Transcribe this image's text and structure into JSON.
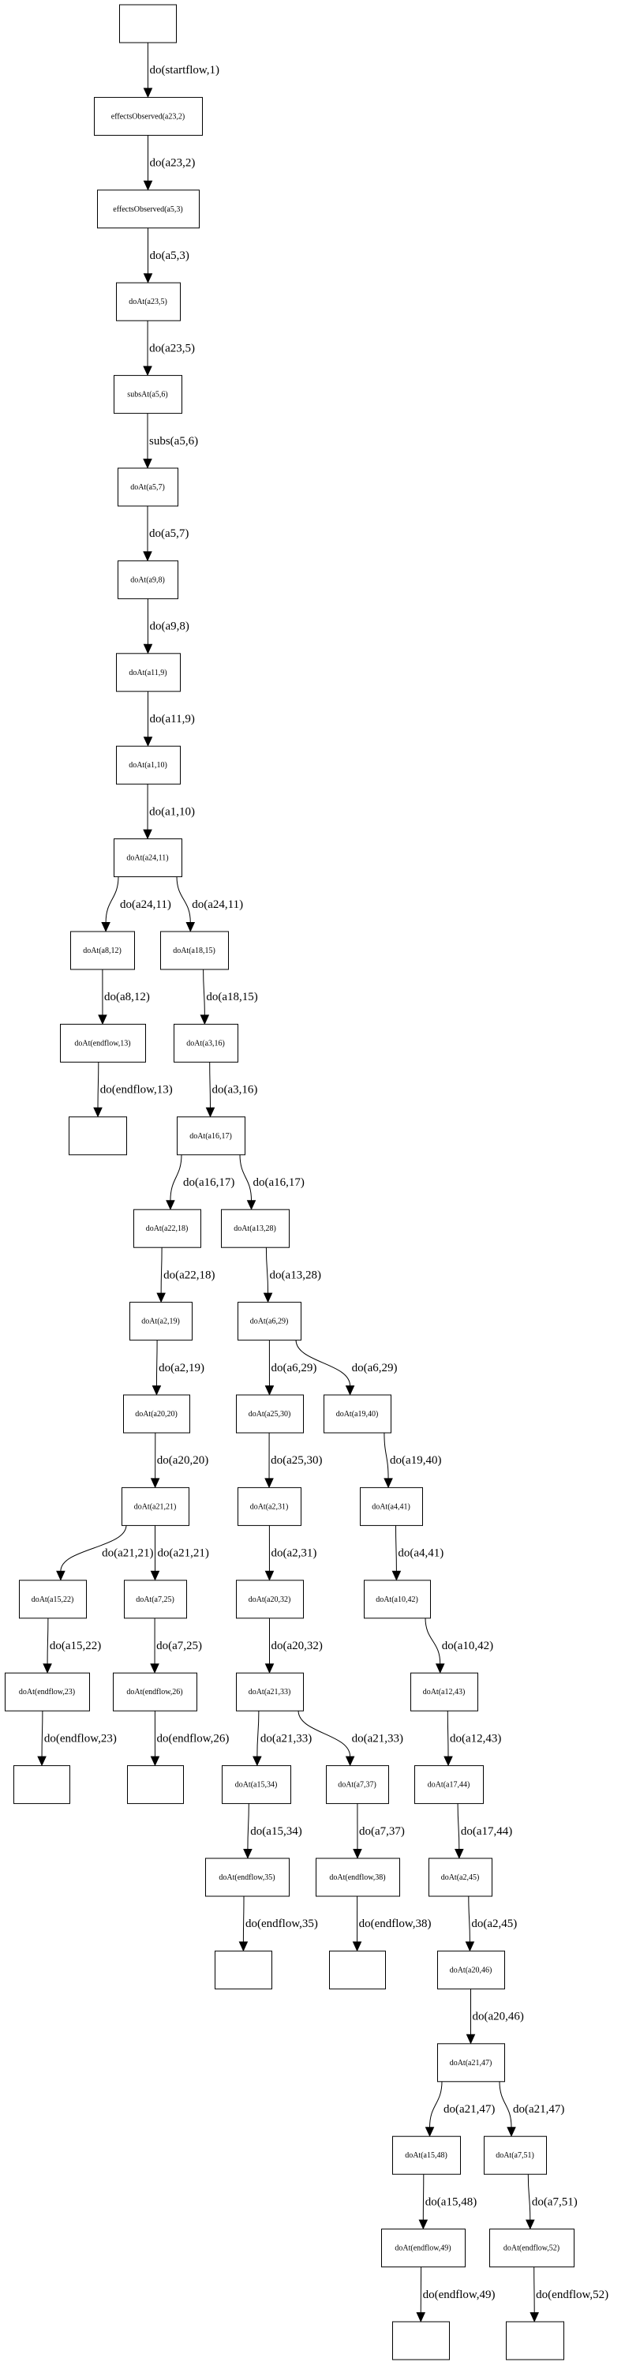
{
  "graph": {
    "nodes": [
      {
        "label": ""
      },
      {
        "label": "effectsObserved(a23,2)"
      },
      {
        "label": "effectsObserved(a5,3)"
      },
      {
        "label": "doAt(a23,5)"
      },
      {
        "label": "subsAt(a5,6)"
      },
      {
        "label": "doAt(a5,7)"
      },
      {
        "label": "doAt(a9,8)"
      },
      {
        "label": "doAt(a11,9)"
      },
      {
        "label": "doAt(a1,10)"
      },
      {
        "label": "doAt(a24,11)"
      },
      {
        "label": "doAt(a8,12)"
      },
      {
        "label": "doAt(a18,15)"
      },
      {
        "label": "doAt(endflow,13)"
      },
      {
        "label": "doAt(a3,16)"
      },
      {
        "label": ""
      },
      {
        "label": "doAt(a16,17)"
      },
      {
        "label": "doAt(a22,18)"
      },
      {
        "label": "doAt(a13,28)"
      },
      {
        "label": "doAt(a2,19)"
      },
      {
        "label": "doAt(a6,29)"
      },
      {
        "label": "doAt(a20,20)"
      },
      {
        "label": "doAt(a25,30)"
      },
      {
        "label": "doAt(a19,40)"
      },
      {
        "label": "doAt(a21,21)"
      },
      {
        "label": "doAt(a2,31)"
      },
      {
        "label": "doAt(a4,41)"
      },
      {
        "label": "doAt(a15,22)"
      },
      {
        "label": "doAt(a7,25)"
      },
      {
        "label": "doAt(a20,32)"
      },
      {
        "label": "doAt(a10,42)"
      },
      {
        "label": "doAt(endflow,23)"
      },
      {
        "label": "doAt(endflow,26)"
      },
      {
        "label": "doAt(a21,33)"
      },
      {
        "label": "doAt(a12,43)"
      },
      {
        "label": ""
      },
      {
        "label": ""
      },
      {
        "label": "doAt(a15,34)"
      },
      {
        "label": "doAt(a7,37)"
      },
      {
        "label": "doAt(a17,44)"
      },
      {
        "label": "doAt(endflow,35)"
      },
      {
        "label": "doAt(endflow,38)"
      },
      {
        "label": "doAt(a2,45)"
      },
      {
        "label": ""
      },
      {
        "label": ""
      },
      {
        "label": "doAt(a20,46)"
      },
      {
        "label": "doAt(a21,47)"
      },
      {
        "label": "doAt(a15,48)"
      },
      {
        "label": "doAt(a7,51)"
      },
      {
        "label": "doAt(endflow,49)"
      },
      {
        "label": "doAt(endflow,52)"
      },
      {
        "label": ""
      },
      {
        "label": ""
      }
    ],
    "edges": [
      {
        "from": 0,
        "to": 1,
        "label": "do(startflow,1)"
      },
      {
        "from": 1,
        "to": 2,
        "label": "do(a23,2)"
      },
      {
        "from": 2,
        "to": 3,
        "label": "do(a5,3)"
      },
      {
        "from": 3,
        "to": 4,
        "label": "do(a23,5)"
      },
      {
        "from": 4,
        "to": 5,
        "label": "subs(a5,6)"
      },
      {
        "from": 5,
        "to": 6,
        "label": "do(a5,7)"
      },
      {
        "from": 6,
        "to": 7,
        "label": "do(a9,8)"
      },
      {
        "from": 7,
        "to": 8,
        "label": "do(a11,9)"
      },
      {
        "from": 8,
        "to": 9,
        "label": "do(a1,10)"
      },
      {
        "from": 9,
        "to": 10,
        "label": "do(a24,11)"
      },
      {
        "from": 9,
        "to": 11,
        "label": "do(a24,11)"
      },
      {
        "from": 10,
        "to": 12,
        "label": "do(a8,12)"
      },
      {
        "from": 11,
        "to": 13,
        "label": "do(a18,15)"
      },
      {
        "from": 12,
        "to": 14,
        "label": "do(endflow,13)"
      },
      {
        "from": 13,
        "to": 15,
        "label": "do(a3,16)"
      },
      {
        "from": 15,
        "to": 16,
        "label": "do(a16,17)"
      },
      {
        "from": 15,
        "to": 17,
        "label": "do(a16,17)"
      },
      {
        "from": 16,
        "to": 18,
        "label": "do(a22,18)"
      },
      {
        "from": 17,
        "to": 19,
        "label": "do(a13,28)"
      },
      {
        "from": 18,
        "to": 20,
        "label": "do(a2,19)"
      },
      {
        "from": 19,
        "to": 21,
        "label": "do(a6,29)"
      },
      {
        "from": 19,
        "to": 22,
        "label": "do(a6,29)"
      },
      {
        "from": 20,
        "to": 23,
        "label": "do(a20,20)"
      },
      {
        "from": 21,
        "to": 24,
        "label": "do(a25,30)"
      },
      {
        "from": 22,
        "to": 25,
        "label": "do(a19,40)"
      },
      {
        "from": 23,
        "to": 26,
        "label": "do(a21,21)"
      },
      {
        "from": 23,
        "to": 27,
        "label": "do(a21,21)"
      },
      {
        "from": 24,
        "to": 28,
        "label": "do(a2,31)"
      },
      {
        "from": 25,
        "to": 29,
        "label": "do(a4,41)"
      },
      {
        "from": 26,
        "to": 30,
        "label": "do(a15,22)"
      },
      {
        "from": 27,
        "to": 31,
        "label": "do(a7,25)"
      },
      {
        "from": 28,
        "to": 32,
        "label": "do(a20,32)"
      },
      {
        "from": 29,
        "to": 33,
        "label": "do(a10,42)"
      },
      {
        "from": 30,
        "to": 34,
        "label": "do(endflow,23)"
      },
      {
        "from": 31,
        "to": 35,
        "label": "do(endflow,26)"
      },
      {
        "from": 32,
        "to": 36,
        "label": "do(a21,33)"
      },
      {
        "from": 32,
        "to": 37,
        "label": "do(a21,33)"
      },
      {
        "from": 33,
        "to": 38,
        "label": "do(a12,43)"
      },
      {
        "from": 36,
        "to": 39,
        "label": "do(a15,34)"
      },
      {
        "from": 37,
        "to": 40,
        "label": "do(a7,37)"
      },
      {
        "from": 38,
        "to": 41,
        "label": "do(a17,44)"
      },
      {
        "from": 39,
        "to": 42,
        "label": "do(endflow,35)"
      },
      {
        "from": 40,
        "to": 43,
        "label": "do(endflow,38)"
      },
      {
        "from": 41,
        "to": 44,
        "label": "do(a2,45)"
      },
      {
        "from": 44,
        "to": 45,
        "label": "do(a20,46)"
      },
      {
        "from": 45,
        "to": 46,
        "label": "do(a21,47)"
      },
      {
        "from": 45,
        "to": 47,
        "label": "do(a21,47)"
      },
      {
        "from": 46,
        "to": 48,
        "label": "do(a15,48)"
      },
      {
        "from": 47,
        "to": 49,
        "label": "do(a7,51)"
      },
      {
        "from": 48,
        "to": 50,
        "label": "do(endflow,49)"
      },
      {
        "from": 49,
        "to": 51,
        "label": "do(endflow,52)"
      }
    ]
  }
}
